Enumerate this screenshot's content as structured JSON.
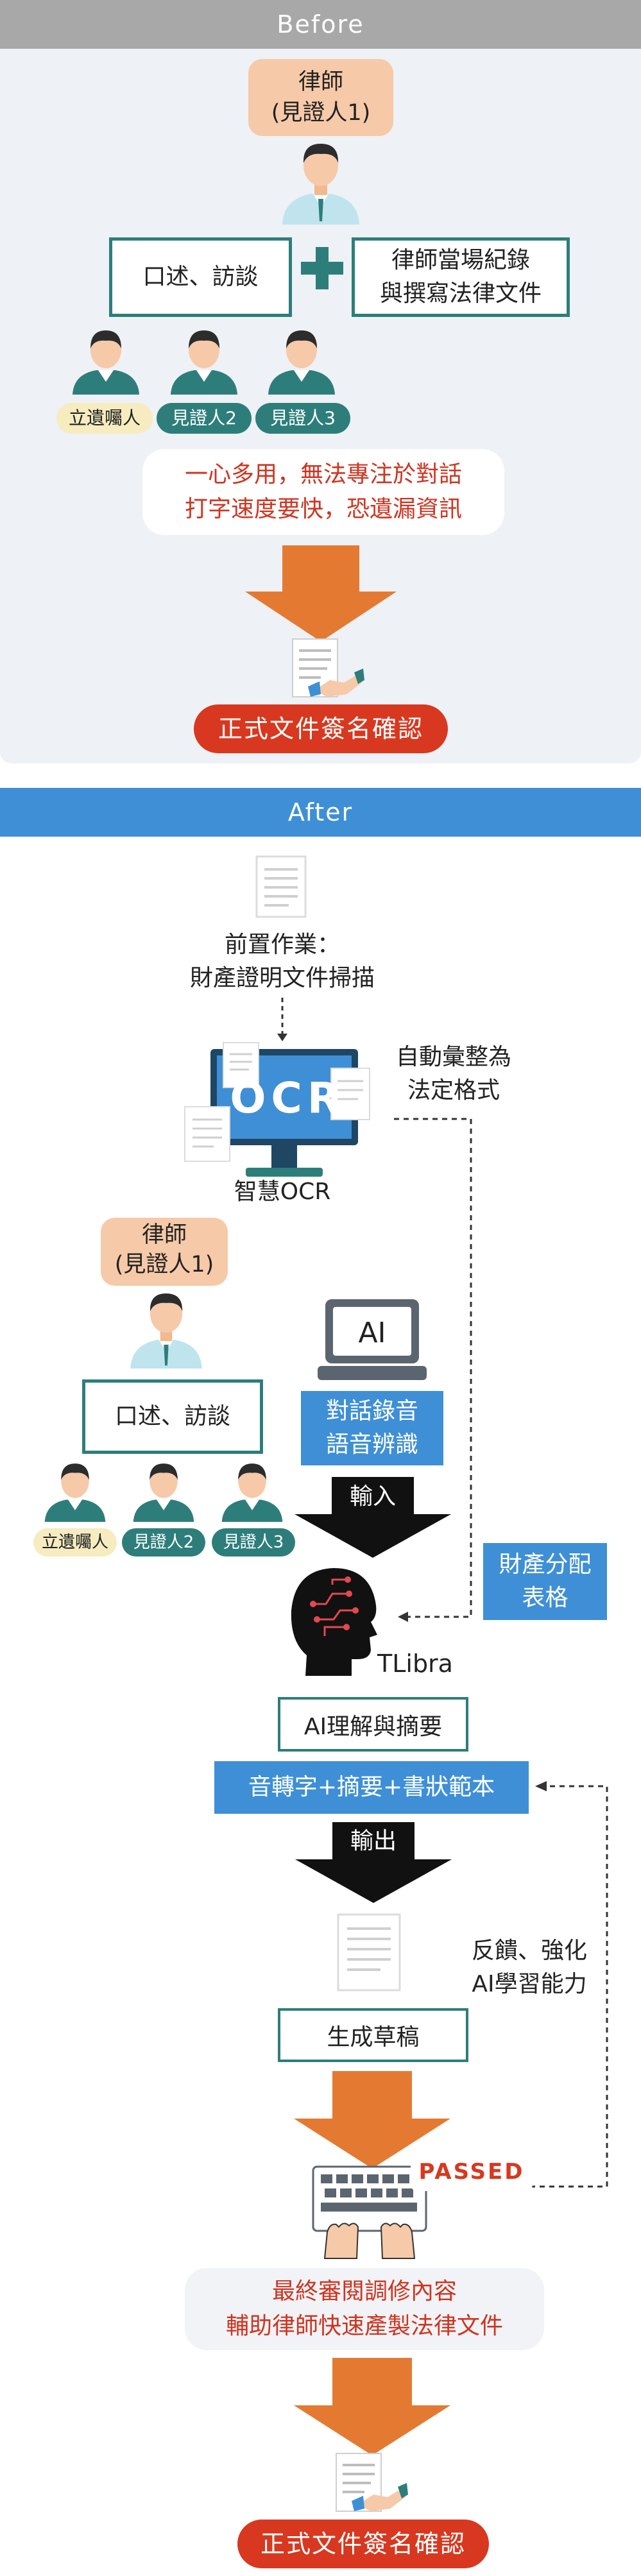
{
  "before": {
    "header": "Before",
    "lawyer": {
      "line1": "律師",
      "line2": "(見證人1)"
    },
    "dictation": "口述、訪談",
    "record": {
      "line1": "律師當場紀錄",
      "line2": "與撰寫法律文件"
    },
    "people": [
      "立遺囑人",
      "見證人2",
      "見證人3"
    ],
    "problem": {
      "line1": "一心多用，無法專注於對話",
      "line2": "打字速度要快，恐遺漏資訊"
    },
    "confirm": "正式文件簽名確認"
  },
  "after": {
    "header": "After",
    "pre": {
      "line1": "前置作業：",
      "line2": "財產證明文件掃描"
    },
    "ocr_screen": "OCR",
    "ocr_caption": "智慧OCR",
    "auto": {
      "line1": "自動彙整為",
      "line2": "法定格式"
    },
    "lawyer": {
      "line1": "律師",
      "line2": "(見證人1)"
    },
    "dictation": "口述、訪談",
    "ai_screen": "AI",
    "ai_box": {
      "line1": "對話錄音",
      "line2": "語音辨識"
    },
    "input": "輸入",
    "people": [
      "立遺囑人",
      "見證人2",
      "見證人3"
    ],
    "assets": {
      "line1": "財產分配",
      "line2": "表格"
    },
    "brand": "TLibra",
    "understand": "AI理解與摘要",
    "transcript": "音轉字+摘要+書狀範本",
    "output": "輸出",
    "feedback": {
      "line1": "反饋、強化",
      "line2": "AI學習能力"
    },
    "draft": "生成草稿",
    "passed": "PASSED",
    "review": {
      "line1": "最終審閱調修內容",
      "line2": "輔助律師快速產製法律文件"
    },
    "confirm": "正式文件簽名確認"
  },
  "colors": {
    "teal": "#2d7e7b",
    "orange": "#e47a31",
    "blue": "#3e8fd6",
    "red": "#d8381f",
    "peach": "#f6c9a8",
    "header_gray": "#a8a8a8"
  }
}
